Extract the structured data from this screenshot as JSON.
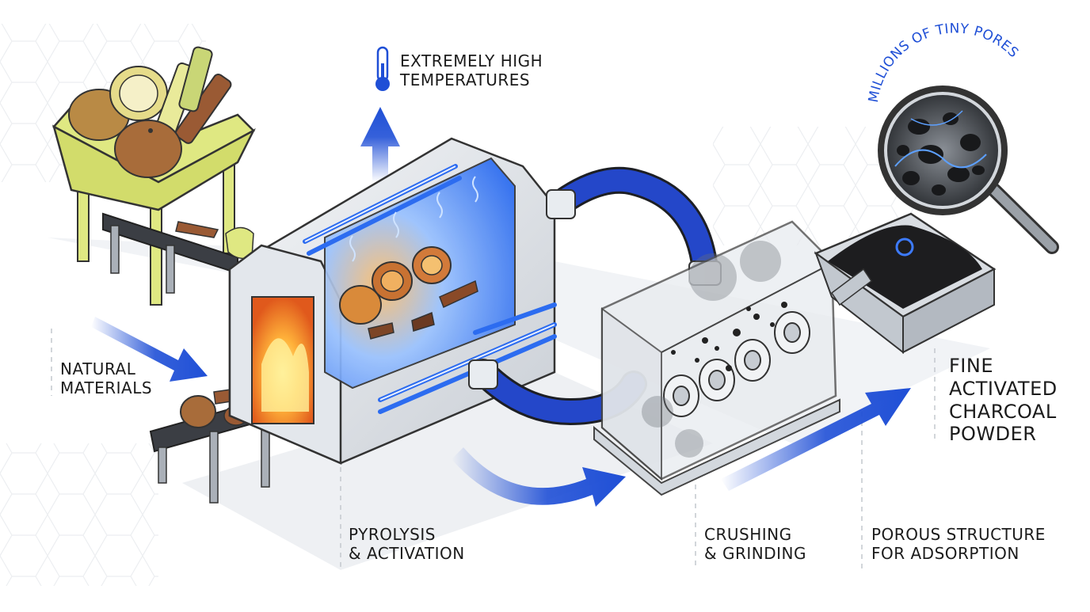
{
  "labels": {
    "temperature": [
      "EXTREMELY HIGH",
      "TEMPERATURES"
    ],
    "pores": "MILLIONS OF TINY PORES",
    "natural": [
      "NATURAL",
      "MATERIALS"
    ],
    "pyrolysis": [
      "PYROLYSIS",
      "& ACTIVATION"
    ],
    "crushing": [
      "CRUSHING",
      "& GRINDING"
    ],
    "porous": [
      "POROUS STRUCTURE",
      "FOR ADSORPTION"
    ],
    "powder": [
      "FINE",
      "ACTIVATED",
      "CHARCOAL",
      "POWDER"
    ]
  },
  "icons": [
    "thermometer-icon",
    "magnifier-icon",
    "flow-arrow-icon"
  ],
  "colors": {
    "accent_blue": "#1f4fd6",
    "hopper_yellow": "#dfe882",
    "furnace_glow": "#ff9a2e",
    "pipe_blue": "#2447c9",
    "charcoal": "#1d1d1f"
  }
}
